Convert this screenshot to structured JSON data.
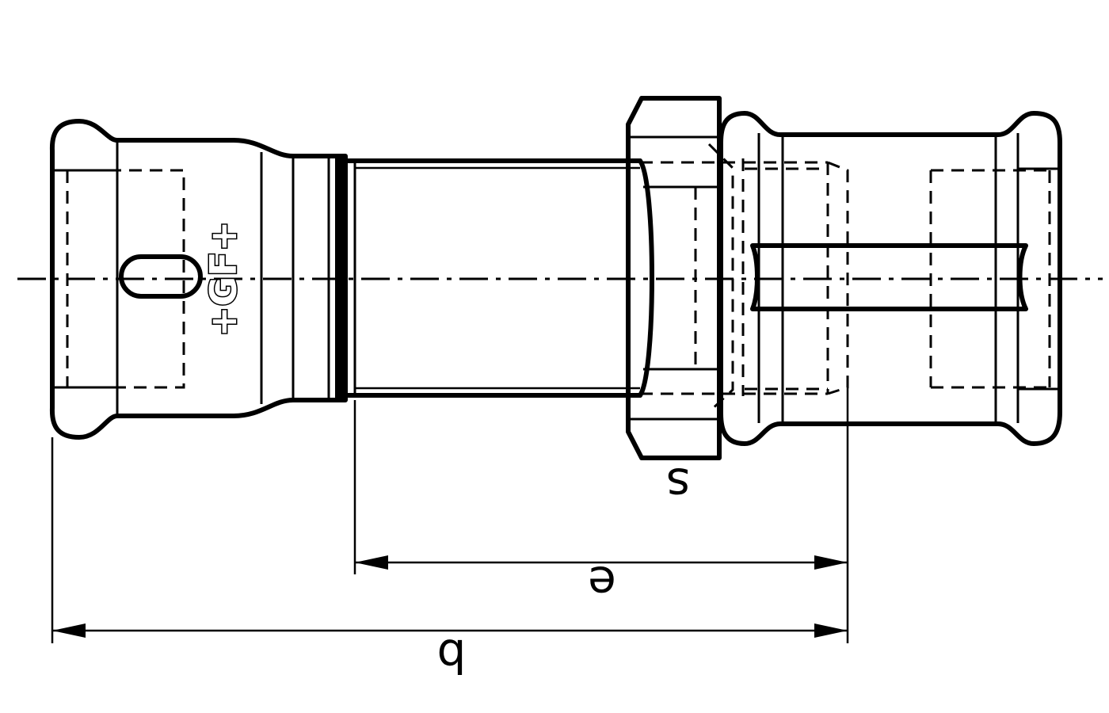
{
  "drawing": {
    "logo_text": "+GF+",
    "dimension_labels": {
      "overall_length": "b",
      "thread_length": "e",
      "wrench_size": "s"
    }
  }
}
